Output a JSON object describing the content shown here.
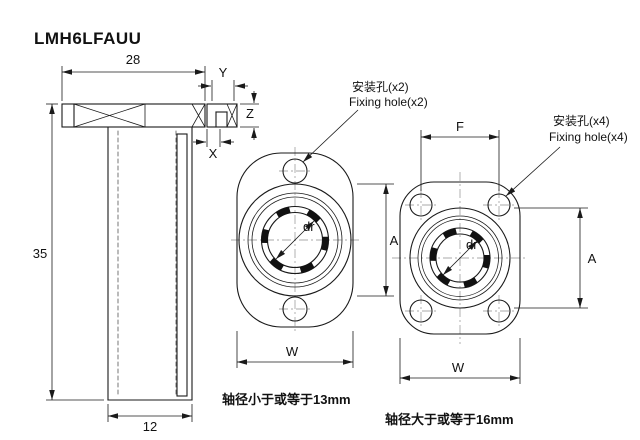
{
  "colors": {
    "ink": "#1a1a1a",
    "background": "#ffffff"
  },
  "title": "LMH6LFAUU",
  "side_view": {
    "flange_width": "28",
    "total_length": "35",
    "body_diameter": "12",
    "dim_x": "X",
    "dim_y": "Y",
    "dim_z": "Z"
  },
  "front_view_two_hole": {
    "label_cn": "安装孔(x2)",
    "label_en": "Fixing hole(x2)",
    "bore_dim": "dr",
    "dim_a": "A",
    "dim_w": "W",
    "caption": "轴径小于或等于13mm"
  },
  "front_view_four_hole": {
    "label_cn": "安装孔(x4)",
    "label_en": "Fixing hole(x4)",
    "bore_dim": "dr",
    "dim_f": "F",
    "dim_a": "A",
    "dim_w": "W",
    "caption": "轴径大于或等于16mm"
  }
}
